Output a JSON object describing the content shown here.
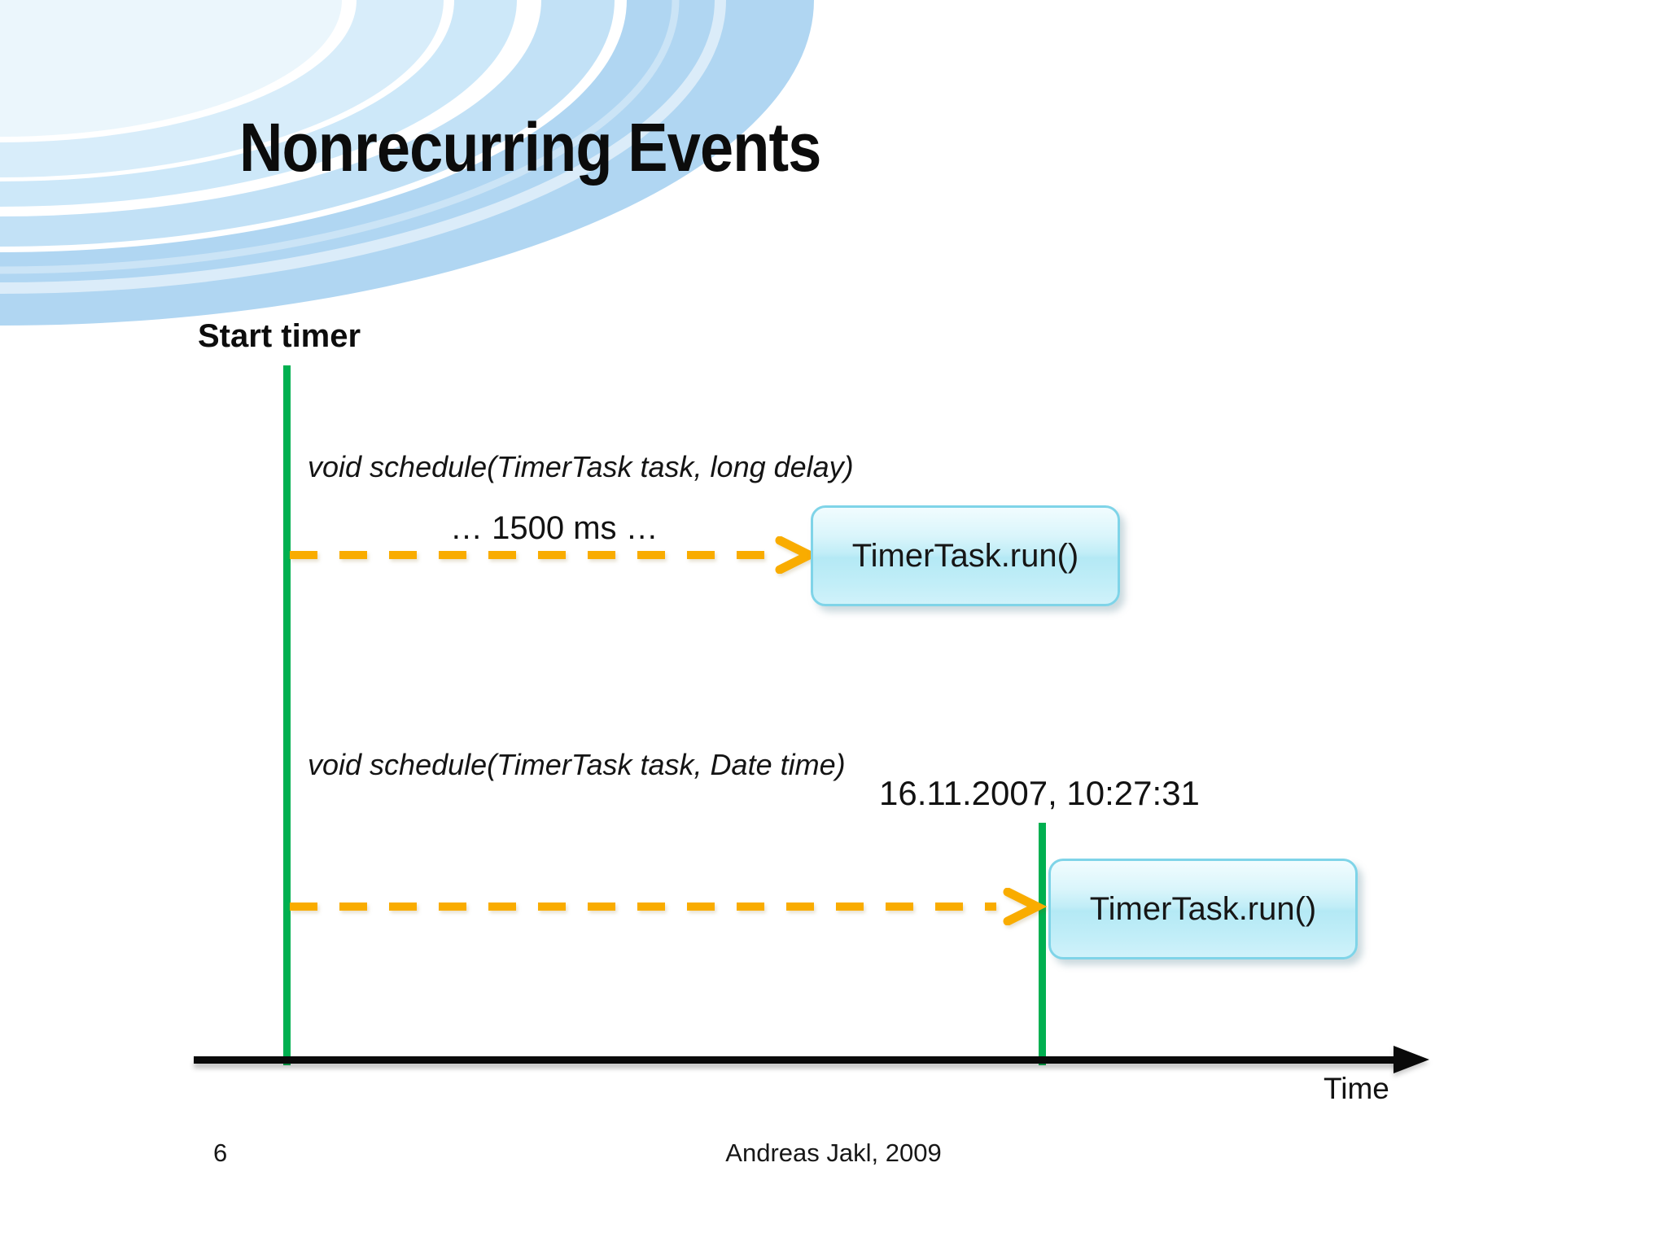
{
  "slide": {
    "title": "Nonrecurring Events",
    "page_number": "6",
    "footer": "Andreas Jakl, 2009",
    "time_axis_label": "Time"
  },
  "diagram": {
    "start_timer_label": "Start timer",
    "events": [
      {
        "signature": "void schedule(TimerTask task, long delay)",
        "annotation": "… 1500 ms …",
        "box_label": "TimerTask.run()"
      },
      {
        "signature": "void schedule(TimerTask task, Date time)",
        "annotation": "16.11.2007, 10:27:31",
        "box_label": "TimerTask.run()"
      }
    ],
    "colors": {
      "lifeline_green": "#00B050",
      "arrow_orange": "#F9AC00",
      "box_border": "#7FD4E8",
      "box_fill": "#C2EEF8",
      "axis_black": "#0A0A0A",
      "swoosh_blue": "#A7D2F1"
    }
  }
}
